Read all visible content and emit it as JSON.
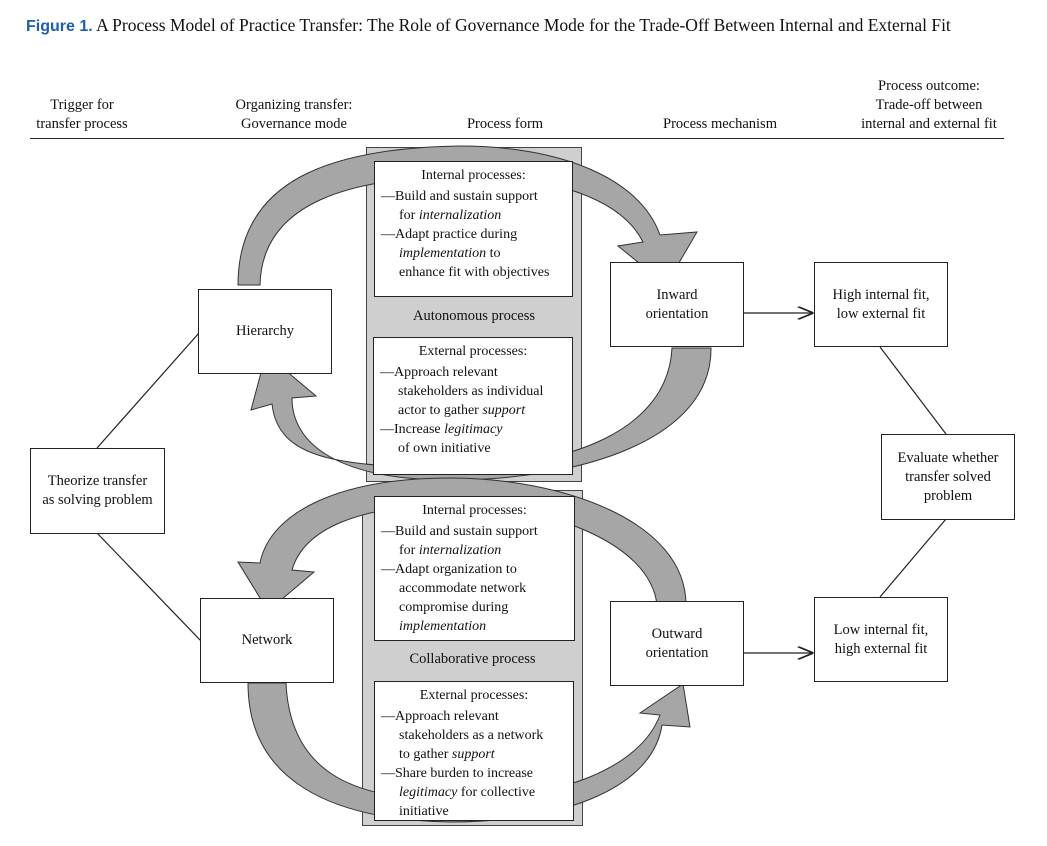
{
  "caption": {
    "figure_label": "Figure 1.",
    "title": "A Process Model of Practice Transfer: The Role of Governance Mode for the Trade-Off Between Internal and External Fit"
  },
  "headers": {
    "trigger": [
      "Trigger for",
      "transfer process"
    ],
    "governance": [
      "Organizing transfer:",
      "Governance mode"
    ],
    "form": [
      "Process form"
    ],
    "mechanism": [
      "Process mechanism"
    ],
    "outcome": [
      "Process outcome:",
      "Trade-off between",
      "internal and external fit"
    ]
  },
  "nodes": {
    "theorize": [
      "Theorize transfer",
      "as solving problem"
    ],
    "hierarchy": "Hierarchy",
    "network": "Network",
    "inward": [
      "Inward",
      "orientation"
    ],
    "outward": [
      "Outward",
      "orientation"
    ],
    "high_internal": [
      "High internal fit,",
      "low external fit"
    ],
    "low_internal": [
      "Low internal fit,",
      "high external fit"
    ],
    "evaluate": [
      "Evaluate whether",
      "transfer solved",
      "problem"
    ]
  },
  "autonomous": {
    "label": "Autonomous process",
    "internal": {
      "title": "Internal processes:",
      "lines": [
        [
          "—Build and sustain support",
          "for ",
          "internalization",
          ""
        ],
        [
          "—Adapt practice during",
          "",
          "implementation",
          " to"
        ],
        [
          "",
          "enhance fit with objectives",
          "",
          ""
        ]
      ]
    },
    "external": {
      "title": "External processes:",
      "lines": [
        [
          "—Approach relevant",
          "stakeholders as individual",
          "actor to gather ",
          "support"
        ],
        [
          "—Increase ",
          "legitimacy",
          "of own initiative",
          ""
        ]
      ]
    }
  },
  "collaborative": {
    "label": "Collaborative process",
    "internal": {
      "title": "Internal processes:",
      "lines": [
        [
          "—Build and sustain support",
          "for ",
          "internalization",
          ""
        ],
        [
          "—Adapt organization to",
          "accommodate network",
          "compromise during",
          "implementation"
        ]
      ]
    },
    "external": {
      "title": "External processes:",
      "lines": [
        [
          "—Approach relevant",
          "stakeholders as a network",
          "to gather ",
          "support"
        ],
        [
          "—Share burden to increase",
          "legitimacy",
          " for collective",
          "initiative"
        ]
      ]
    }
  },
  "colors": {
    "panel": "#cfcfcf",
    "arrow_fill": "#a6a6a6",
    "caption_accent": "#1f5fa8"
  }
}
